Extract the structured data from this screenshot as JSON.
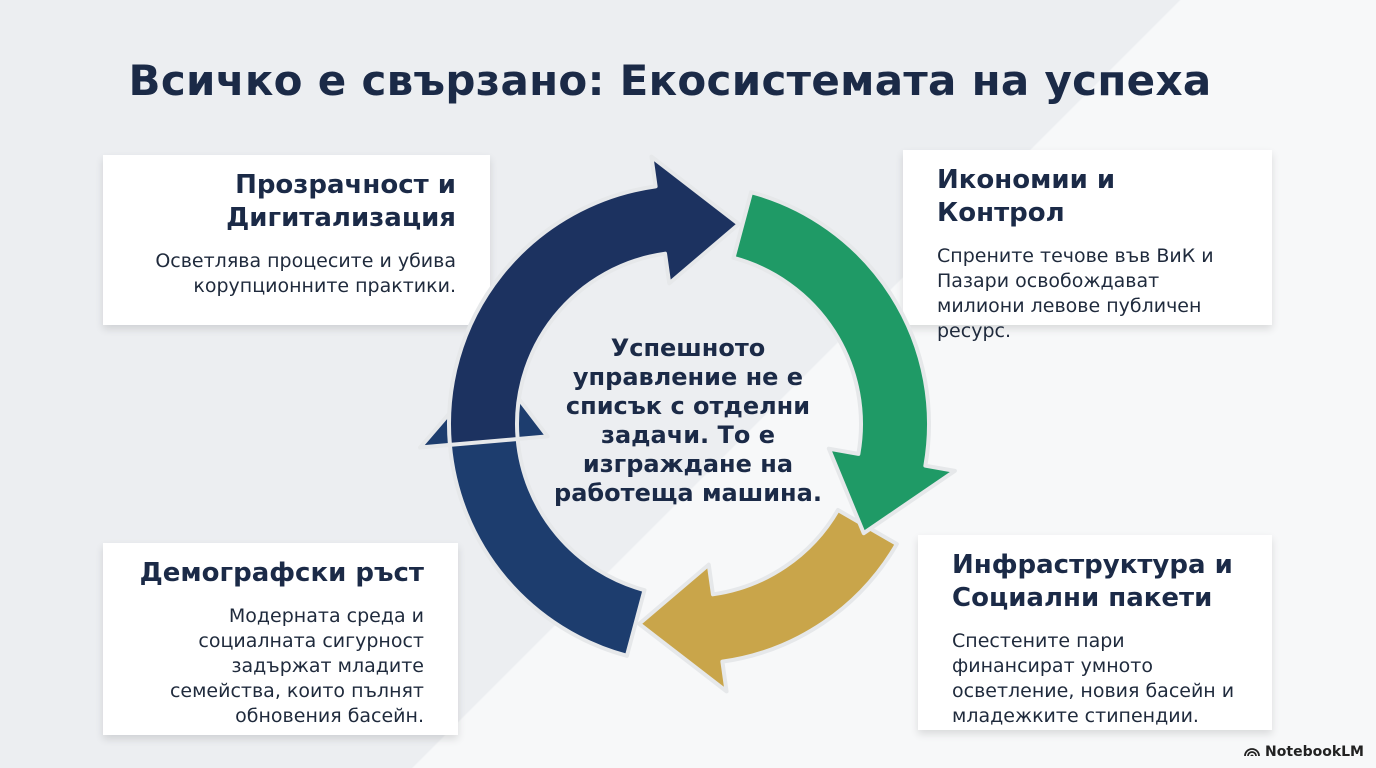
{
  "title": "Всичко е свързано: Екосистемата на успеха",
  "cards": [
    {
      "heading": "Прозрачност и Дигитализация",
      "text": "Осветлява процесите и убива корупционните практики."
    },
    {
      "heading": "Икономии и Контрол",
      "text": "Спрените течове във ВиК и Пазари освобождават милиони левове публичен ресурс."
    },
    {
      "heading": "Инфраструктура и Социални пакети",
      "text": "Спестените пари финансират умното осветление, новия басейн и младежките стипендии."
    },
    {
      "heading": "Демографски ръст",
      "text": "Модерната среда и социалната сигурност задържат младите семейства, които пълнят обновения басейн."
    }
  ],
  "center_text": "Успешното управление не е списък с отделни задачи. То е изграждане на работеща машина.",
  "colors": {
    "navy": "#1c3260",
    "navy2": "#1d3d6e",
    "green": "#1f9a66",
    "gold": "#c9a54a"
  },
  "brand": "NotebookLM"
}
